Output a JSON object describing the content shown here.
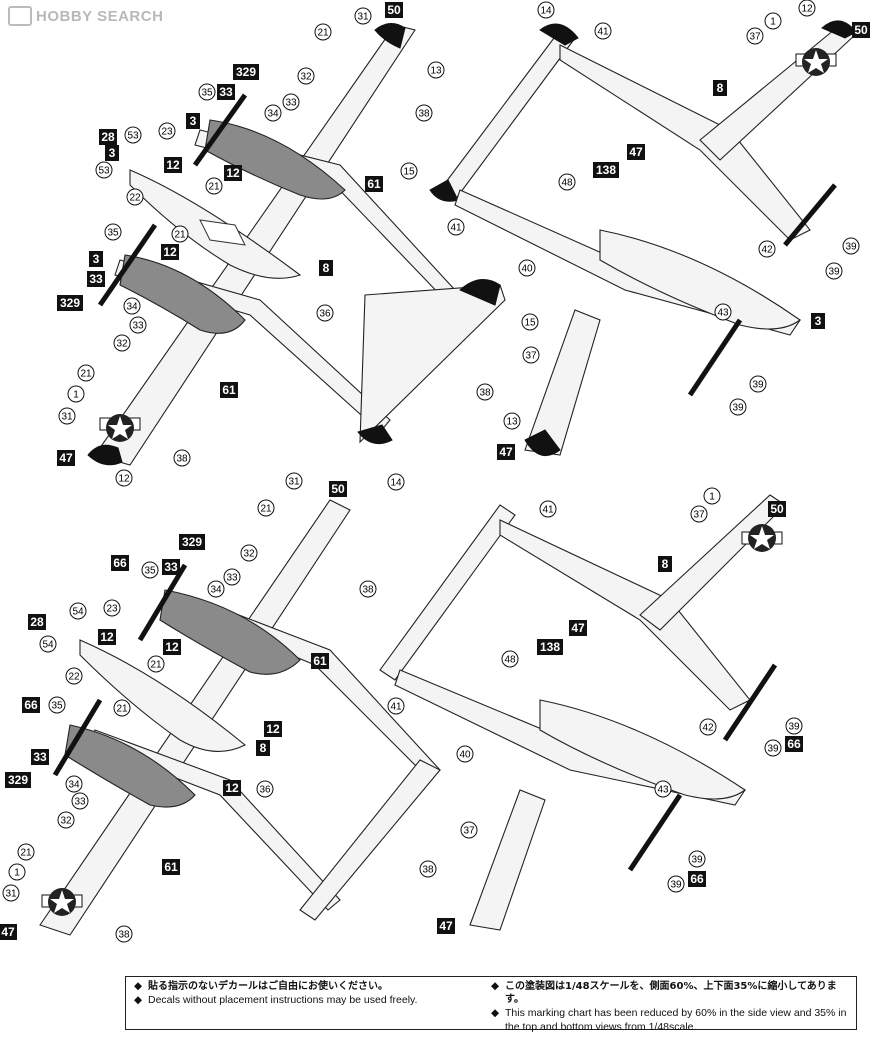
{
  "watermark": {
    "text": "HOBBY SEARCH"
  },
  "notes": {
    "left": [
      {
        "bullet": "◆",
        "text": "貼る指示のないデカールはご自由にお使いください。",
        "lang": "jp"
      },
      {
        "bullet": "◆",
        "text": "Decals without placement instructions may be used freely.",
        "lang": "en"
      }
    ],
    "right": [
      {
        "bullet": "◆",
        "text": "この塗装図は1/48スケールを、側面60%、上下面35%に縮小してあります。",
        "lang": "jp"
      },
      {
        "bullet": "◆",
        "text": "This marking chart has been reduced by 60% in the side view and 35% in",
        "lang": "en"
      },
      {
        "bullet": "",
        "text": "the top and bottom views from 1/48scale.",
        "lang": "en"
      }
    ]
  },
  "views": [
    {
      "name": "upper-top-view",
      "box_labels": [
        "50",
        "329",
        "33",
        "3",
        "28",
        "3",
        "12",
        "12",
        "12",
        "3",
        "33",
        "329",
        "8",
        "61",
        "61",
        "47"
      ],
      "circle_labels": [
        "31",
        "21",
        "13",
        "32",
        "33",
        "35",
        "34",
        "38",
        "23",
        "53",
        "53",
        "22",
        "21",
        "21",
        "36",
        "35",
        "34",
        "33",
        "32",
        "21",
        "1",
        "31",
        "12",
        "38",
        "15",
        "38",
        "14"
      ]
    },
    {
      "name": "upper-bottom-view",
      "box_labels": [
        "50",
        "8",
        "47",
        "138",
        "3",
        "47"
      ],
      "circle_labels": [
        "14",
        "41",
        "12",
        "1",
        "37",
        "15",
        "41",
        "48",
        "42",
        "39",
        "39",
        "40",
        "43",
        "37",
        "39",
        "39",
        "13"
      ]
    },
    {
      "name": "lower-top-view",
      "box_labels": [
        "50",
        "329",
        "33",
        "66",
        "28",
        "12",
        "12",
        "66",
        "33",
        "329",
        "12",
        "8",
        "61",
        "12",
        "61",
        "47"
      ],
      "circle_labels": [
        "31",
        "21",
        "32",
        "33",
        "35",
        "34",
        "38",
        "23",
        "54",
        "54",
        "22",
        "21",
        "21",
        "36",
        "35",
        "34",
        "33",
        "32",
        "21",
        "1",
        "31",
        "38",
        "38"
      ]
    },
    {
      "name": "lower-bottom-view",
      "box_labels": [
        "50",
        "8",
        "138",
        "47",
        "66",
        "66",
        "47"
      ],
      "circle_labels": [
        "41",
        "1",
        "37",
        "48",
        "41",
        "42",
        "40",
        "39",
        "39",
        "43",
        "37",
        "39",
        "39"
      ]
    }
  ]
}
